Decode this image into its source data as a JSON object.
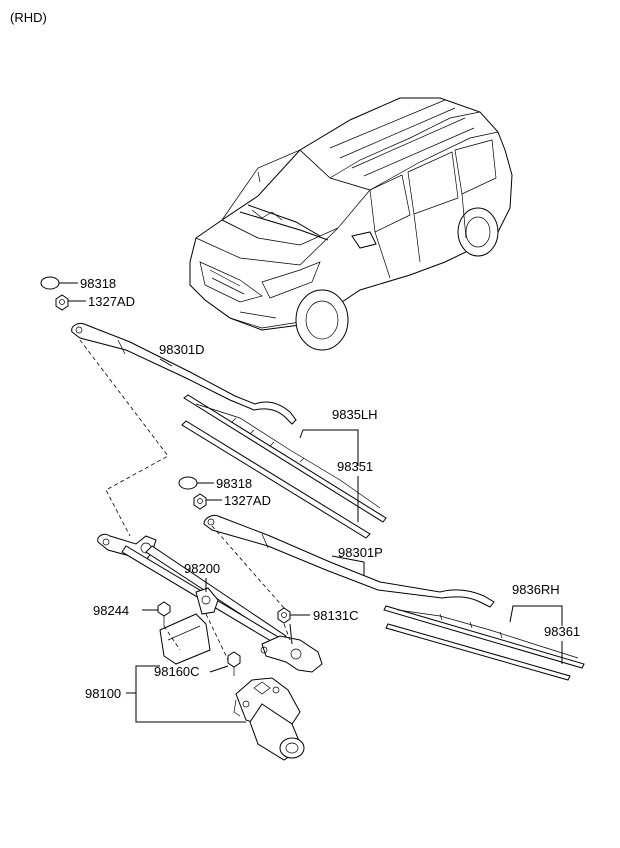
{
  "header": {
    "variant": "(RHD)"
  },
  "labels": {
    "cap_lh": "98318",
    "nut_lh": "1327AD",
    "arm_lh": "98301D",
    "blade_lh": "9835LH",
    "refill_lh": "98351",
    "cap_rh": "98318",
    "nut_rh": "1327AD",
    "arm_rh": "98301P",
    "blade_rh": "9836RH",
    "refill_rh": "98361",
    "linkage": "98200",
    "bolt": "98244",
    "pivot_nut": "98131C",
    "motor_bolt": "98160C",
    "motor_assy": "98100"
  }
}
